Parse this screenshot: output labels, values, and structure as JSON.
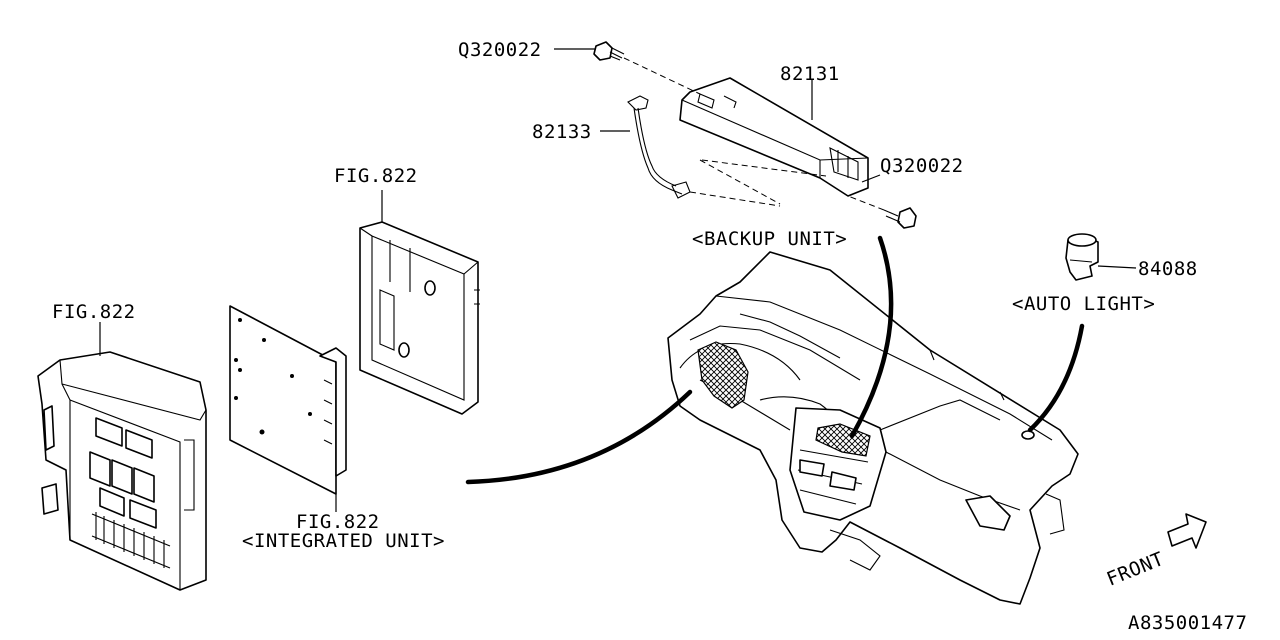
{
  "labels": {
    "q_top": "Q320022",
    "backup_part": "82131",
    "harness_part": "82133",
    "q_right": "Q320022",
    "fig_top": "FIG.822",
    "backup_unit": "<BACKUP UNIT>",
    "auto_light_part": "84088",
    "auto_light": "<AUTO LIGHT>",
    "fig_left": "FIG.822",
    "fig_integrated": "FIG.822",
    "integrated_unit": "<INTEGRATED UNIT>",
    "front": "FRONT",
    "diagram_id": "A835001477"
  }
}
